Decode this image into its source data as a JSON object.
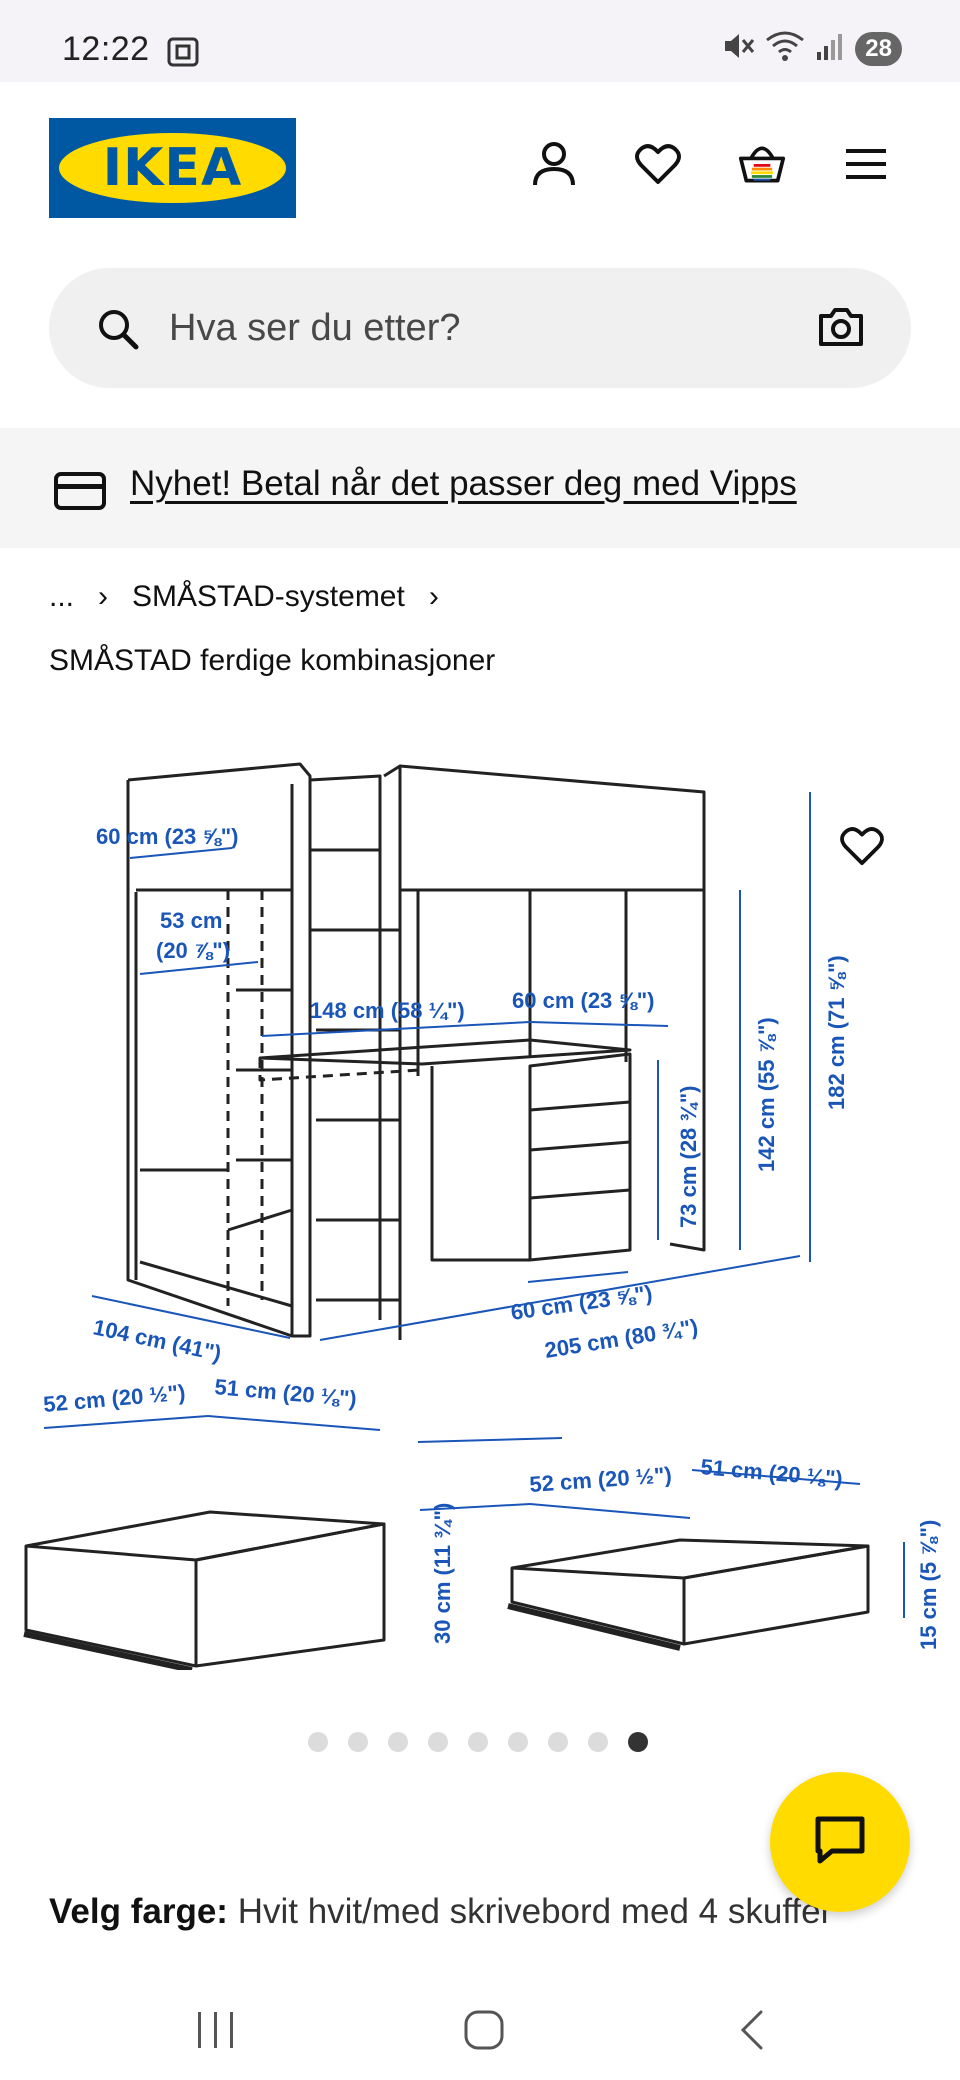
{
  "status": {
    "time": "12:22",
    "battery": "28"
  },
  "header": {
    "logo_text": "IKEA",
    "logo_colors": {
      "blue": "#0058a3",
      "yellow": "#ffdb00"
    },
    "icons": [
      "user-icon",
      "heart-icon",
      "basket-icon",
      "menu-icon"
    ]
  },
  "search": {
    "placeholder": "Hva ser du etter?"
  },
  "promo": {
    "text": "Nyhet! Betal når det passer deg med Vipps"
  },
  "breadcrumb": {
    "ellipsis": "...",
    "items": [
      "SMÅSTAD-systemet"
    ]
  },
  "page_title": "SMÅSTAD ferdige kombinasjoner",
  "product_image": {
    "dimensions": {
      "wardrobe_width": "60 cm (23 ⅝\")",
      "wardrobe_inner": "53 cm",
      "wardrobe_inner_in": "(20 ⅞\")",
      "desk_length": "148 cm (58 ¼\")",
      "desk_width_top": "60 cm (23 ⅝\")",
      "desk_height": "73 cm (28 ¾\")",
      "bed_height_inner": "142 cm (55 ⅞\")",
      "total_height": "182 cm (71 ⅝\")",
      "depth": "104 cm (41\")",
      "desk_width_bottom": "60 cm (23 ⅝\")",
      "total_length": "205 cm (80 ¾\")",
      "drawer1_w": "52 cm (20 ½\")",
      "drawer1_d": "51 cm (20 ⅛\")",
      "drawer1_h": "30 cm (11 ¾\")",
      "drawer2_w": "52 cm (20 ½\")",
      "drawer2_d": "51 cm (20 ⅛\")",
      "drawer2_h": "15 cm (5 ⅞\")"
    },
    "accent_color": "#1a55b8"
  },
  "carousel": {
    "total": 9,
    "active_index": 8
  },
  "color_select": {
    "label": "Velg farge:",
    "value": "Hvit hvit/med skrivebord med 4 skuffer"
  },
  "chat": {
    "icon": "chat-icon",
    "color": "#ffdb00"
  }
}
